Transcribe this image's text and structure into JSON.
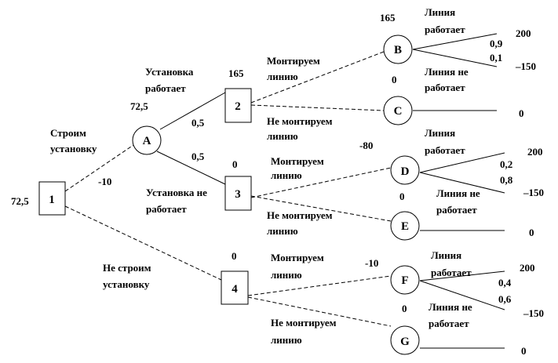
{
  "nodes": {
    "n1": "1",
    "n2": "2",
    "n3": "3",
    "n4": "4",
    "A": "A",
    "B": "B",
    "C": "C",
    "D": "D",
    "E": "E",
    "F": "F",
    "G": "G"
  },
  "values": {
    "root": "72,5",
    "A": "72,5",
    "n2": "165",
    "n3": "0",
    "n4": "0",
    "B": "165",
    "C": "0",
    "D": "-80",
    "E": "0",
    "F": "-10",
    "G": "0",
    "build_cost": "-10"
  },
  "probabilities": {
    "A_works": "0,5",
    "A_fails": "0,5",
    "B_works": "0,9",
    "B_fails": "0,1",
    "D_works": "0,2",
    "D_fails": "0,8",
    "F_works": "0,4",
    "F_fails": "0,6"
  },
  "payoffs": {
    "B_works": "200",
    "B_fails": "–150",
    "C": "0",
    "D_works": "200",
    "D_fails": "–150",
    "E": "0",
    "F_works": "200",
    "F_fails": "–150",
    "G": "0"
  },
  "labels": {
    "build": [
      "Строим",
      "установку"
    ],
    "no_build": [
      "Не строим",
      "установку"
    ],
    "plant_works": [
      "Установка",
      "работает"
    ],
    "plant_fails": [
      "Установка не",
      "работает"
    ],
    "mount_2": [
      "Монтируем",
      "линию"
    ],
    "no_mount_2": [
      "Не монтируем",
      "линию"
    ],
    "mount_3": [
      "Монтируем",
      "линию"
    ],
    "no_mount_3": [
      "Не монтируем",
      "линию"
    ],
    "mount_4": [
      "Монтируем",
      "линию"
    ],
    "no_mount_4": [
      "Не монтируем",
      "линию"
    ],
    "B_works": [
      "Линия",
      "работает"
    ],
    "B_fails": [
      "Линия не",
      "работает"
    ],
    "D_works": [
      "Линия",
      "работает"
    ],
    "D_fails": [
      "Линия не",
      "работает"
    ],
    "F_works": [
      "Линия",
      "работает"
    ],
    "F_fails": [
      "Линия не",
      "работает"
    ]
  }
}
